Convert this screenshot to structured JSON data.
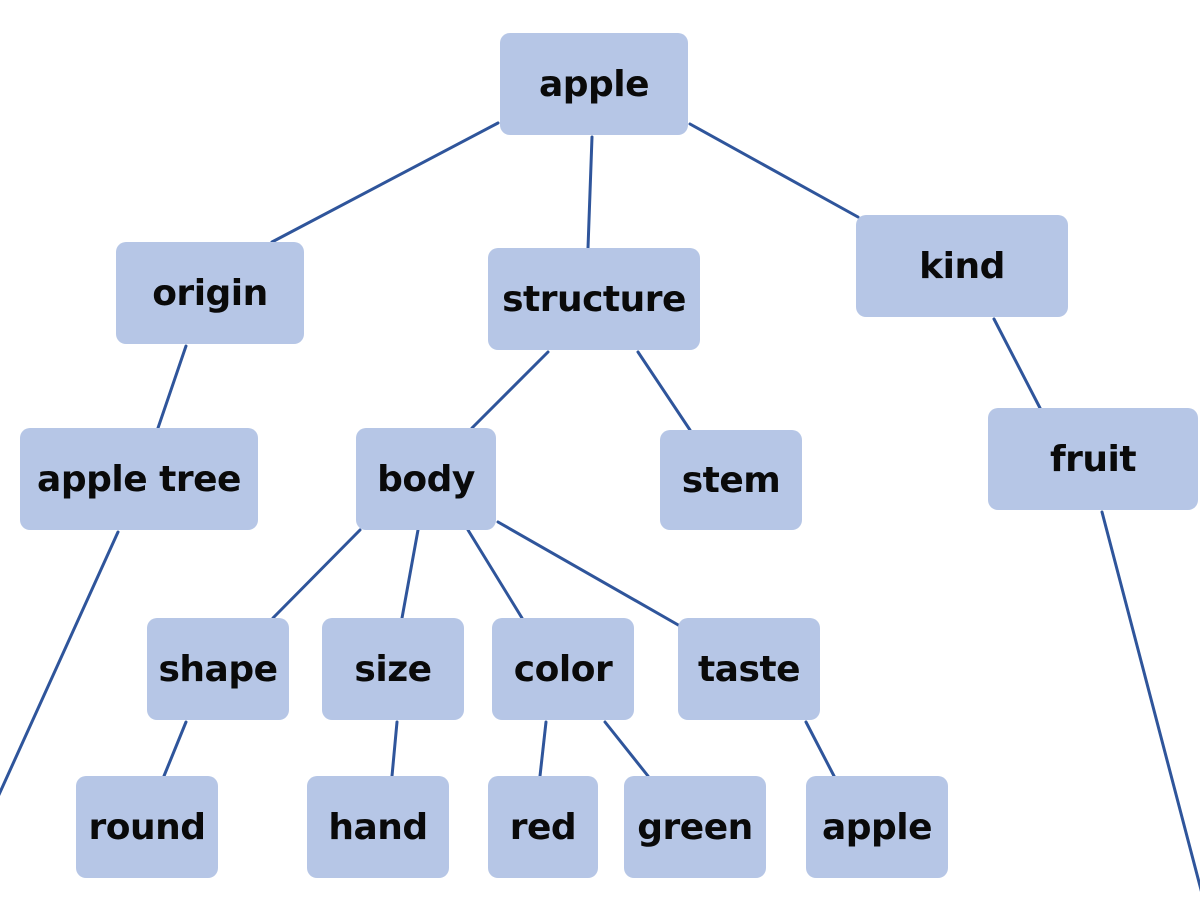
{
  "diagram": {
    "node_fill": "#b6c6e6",
    "edge_color": "#2f559b",
    "text_color": "#0a0a0a",
    "nodes": [
      {
        "id": "apple_root",
        "label": "apple"
      },
      {
        "id": "origin",
        "label": "origin"
      },
      {
        "id": "structure",
        "label": "structure"
      },
      {
        "id": "kind",
        "label": "kind"
      },
      {
        "id": "apple_tree",
        "label": "apple tree"
      },
      {
        "id": "body",
        "label": "body"
      },
      {
        "id": "stem",
        "label": "stem"
      },
      {
        "id": "fruit",
        "label": "fruit"
      },
      {
        "id": "shape",
        "label": "shape"
      },
      {
        "id": "size",
        "label": "size"
      },
      {
        "id": "color",
        "label": "color"
      },
      {
        "id": "taste",
        "label": "taste"
      },
      {
        "id": "round",
        "label": "round"
      },
      {
        "id": "hand",
        "label": "hand"
      },
      {
        "id": "red",
        "label": "red"
      },
      {
        "id": "green",
        "label": "green"
      },
      {
        "id": "apple_leaf",
        "label": "apple"
      }
    ],
    "edges": [
      {
        "from": "apple_root",
        "to": "origin"
      },
      {
        "from": "apple_root",
        "to": "structure"
      },
      {
        "from": "apple_root",
        "to": "kind"
      },
      {
        "from": "origin",
        "to": "apple_tree"
      },
      {
        "from": "structure",
        "to": "body"
      },
      {
        "from": "structure",
        "to": "stem"
      },
      {
        "from": "kind",
        "to": "fruit"
      },
      {
        "from": "body",
        "to": "shape"
      },
      {
        "from": "body",
        "to": "size"
      },
      {
        "from": "body",
        "to": "color"
      },
      {
        "from": "body",
        "to": "taste"
      },
      {
        "from": "shape",
        "to": "round"
      },
      {
        "from": "size",
        "to": "hand"
      },
      {
        "from": "color",
        "to": "red"
      },
      {
        "from": "color",
        "to": "green"
      },
      {
        "from": "taste",
        "to": "apple_leaf"
      },
      {
        "from": "apple_tree",
        "to": "offpage_left"
      },
      {
        "from": "fruit",
        "to": "offpage_right"
      }
    ]
  }
}
